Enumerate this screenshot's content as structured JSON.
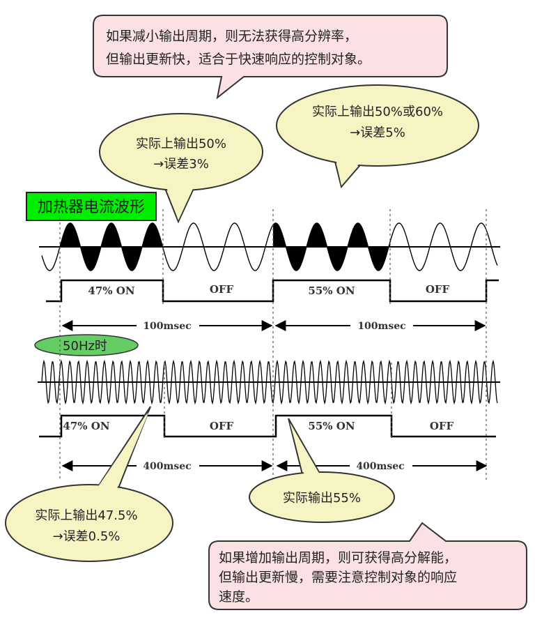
{
  "colors": {
    "pink_fill": "#fbe1e4",
    "yellow_fill": "#f7f4c4",
    "green_fill": "#66cc66",
    "green_label_fill": "#00ee00",
    "waveform": "#000000",
    "guide": "#444444"
  },
  "top_note": {
    "line1": "如果减小输出周期，则无法获得高分辨率，",
    "line2": "但输出更新快，适合于快速响应的控制对象。"
  },
  "bubble_50": {
    "line1": "实际上输出50%",
    "line2": "→误差3%"
  },
  "bubble_5060": {
    "line1": "实际上输出50%或60%",
    "line2": "→误差5%"
  },
  "heater_label": "加热器电流波形",
  "freq_label": "50Hz时",
  "short_period": {
    "on1": "47%  ON",
    "off1": "OFF",
    "on2": "55%  ON",
    "off2": "OFF",
    "span1": "100msec",
    "span2": "100msec"
  },
  "long_period": {
    "on1": "47%  ON",
    "off1": "OFF",
    "on2": "55%  ON",
    "off2": "OFF",
    "span1": "400msec",
    "span2": "400msec"
  },
  "bubble_475": {
    "line1": "实际上输出47.5%",
    "line2": "→误差0.5%"
  },
  "bubble_55": {
    "line1": "实际输出55%"
  },
  "bottom_note": {
    "line1": "如果增加输出周期，则可获得高分解能，",
    "line2": "但输出更新慢，需要注意控制对象的响应",
    "line3": "速度。"
  }
}
